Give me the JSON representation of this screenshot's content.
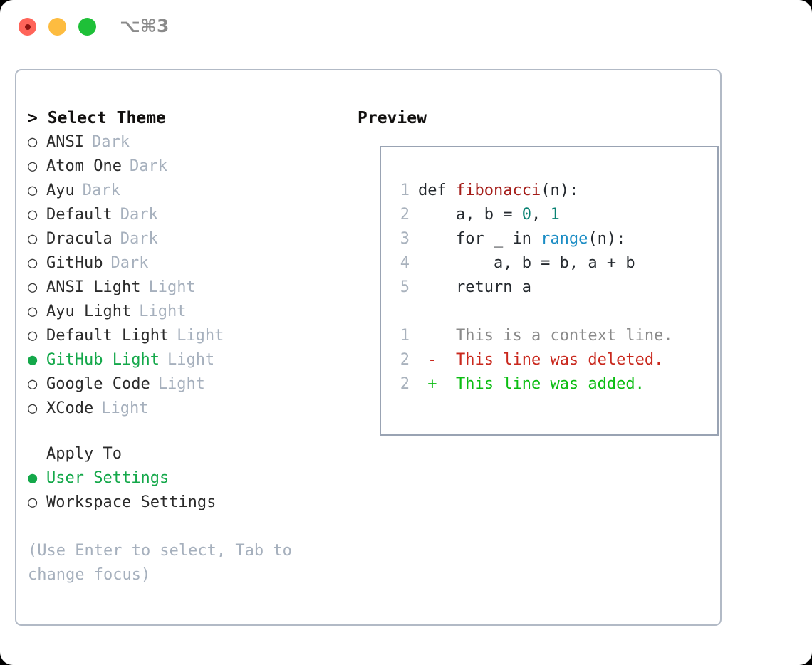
{
  "window": {
    "shortcut": "⌥⌘3",
    "traffic_lights": [
      "close",
      "minimize",
      "maximize"
    ],
    "colors": {
      "close": "#ff6459",
      "minimize": "#fdbc40",
      "maximize": "#1ec038",
      "panel_border": "#b2bac6",
      "accent_green": "#14a84a",
      "muted": "#a6b0bd"
    }
  },
  "theme_picker": {
    "title": "Select Theme",
    "title_prefix": ">",
    "marker_unselected": "○",
    "marker_selected": "●",
    "items": [
      {
        "label": "ANSI",
        "variant": "Dark",
        "selected": false
      },
      {
        "label": "Atom One",
        "variant": "Dark",
        "selected": false
      },
      {
        "label": "Ayu",
        "variant": "Dark",
        "selected": false
      },
      {
        "label": "Default",
        "variant": "Dark",
        "selected": false
      },
      {
        "label": "Dracula",
        "variant": "Dark",
        "selected": false
      },
      {
        "label": "GitHub",
        "variant": "Dark",
        "selected": false
      },
      {
        "label": "ANSI Light",
        "variant": "Light",
        "selected": false
      },
      {
        "label": "Ayu Light",
        "variant": "Light",
        "selected": false
      },
      {
        "label": "Default Light",
        "variant": "Light",
        "selected": false
      },
      {
        "label": "GitHub Light",
        "variant": "Light",
        "selected": true
      },
      {
        "label": "Google Code",
        "variant": "Light",
        "selected": false
      },
      {
        "label": "XCode",
        "variant": "Light",
        "selected": false
      }
    ]
  },
  "apply_to": {
    "heading": "Apply To",
    "options": [
      {
        "label": "User Settings",
        "selected": true
      },
      {
        "label": "Workspace Settings",
        "selected": false
      }
    ]
  },
  "hint": "(Use Enter to select, Tab to change focus)",
  "preview": {
    "title": "Preview",
    "code_lines": [
      {
        "num": "1",
        "tokens": [
          {
            "text": "def ",
            "kind": "plain"
          },
          {
            "text": "fibonacci",
            "kind": "fn"
          },
          {
            "text": "(n):",
            "kind": "plain"
          }
        ]
      },
      {
        "num": "2",
        "tokens": [
          {
            "text": "    a, b = ",
            "kind": "plain"
          },
          {
            "text": "0",
            "kind": "num"
          },
          {
            "text": ", ",
            "kind": "plain"
          },
          {
            "text": "1",
            "kind": "num"
          }
        ]
      },
      {
        "num": "3",
        "tokens": [
          {
            "text": "    for _ in ",
            "kind": "plain"
          },
          {
            "text": "range",
            "kind": "kw"
          },
          {
            "text": "(n):",
            "kind": "plain"
          }
        ]
      },
      {
        "num": "4",
        "tokens": [
          {
            "text": "        a, b = b, a + b",
            "kind": "plain"
          }
        ]
      },
      {
        "num": "5",
        "tokens": [
          {
            "text": "    return a",
            "kind": "plain"
          }
        ]
      }
    ],
    "diff_lines": [
      {
        "num": "1",
        "marker": " ",
        "text": " This is a context line.",
        "kind": "ctx"
      },
      {
        "num": "2",
        "marker": "-",
        "text": " This line was deleted.",
        "kind": "del"
      },
      {
        "num": "2",
        "marker": "+",
        "text": " This line was added.",
        "kind": "add"
      }
    ]
  }
}
